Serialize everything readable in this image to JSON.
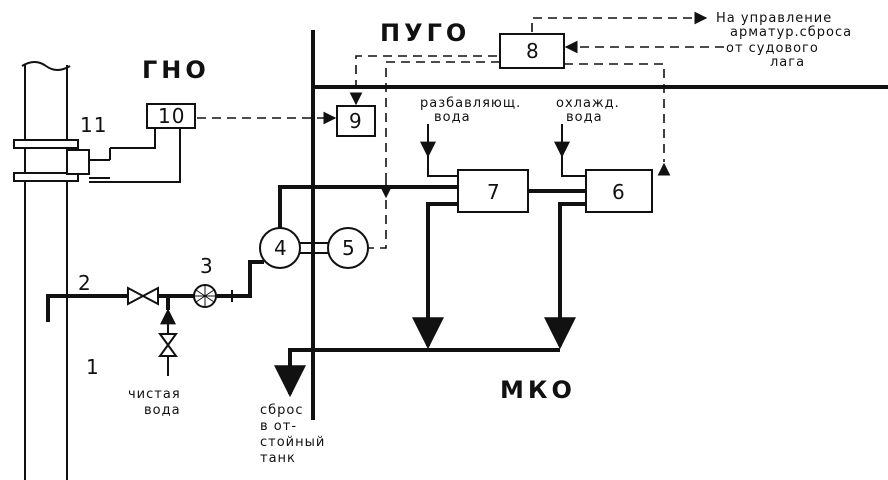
{
  "zones": {
    "gno": "ГНО",
    "pugo": "ПУГО",
    "mko": "МКО"
  },
  "numbers": {
    "n1": "1",
    "n2": "2",
    "n3": "3",
    "n4": "4",
    "n5": "5",
    "n6": "6",
    "n7": "7",
    "n8": "8",
    "n9": "9",
    "n10": "10",
    "n11": "11"
  },
  "labels": {
    "to_control_1": "На управление",
    "to_control_2": "арматур.сброса",
    "from_log_1": "от судового",
    "from_log_2": "лага",
    "dilution_1": "разбавляющ.",
    "dilution_2": "вода",
    "cooling_1": "охлажд.",
    "cooling_2": "вода",
    "clean_1": "чистая",
    "clean_2": "вода",
    "discharge_1": "сброс",
    "discharge_2": "в от-",
    "discharge_3": "стойный",
    "discharge_4": "танк"
  }
}
